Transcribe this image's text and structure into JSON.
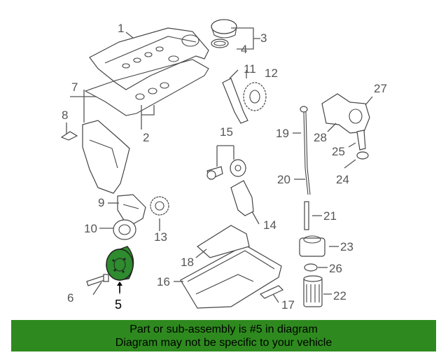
{
  "callouts": [
    "1",
    "2",
    "3",
    "4",
    "5",
    "6",
    "7",
    "8",
    "9",
    "10",
    "11",
    "12",
    "13",
    "14",
    "15",
    "16",
    "17",
    "18",
    "19",
    "20",
    "21",
    "22",
    "23",
    "24",
    "25",
    "26",
    "27",
    "28"
  ],
  "highlighted_part": "5",
  "highlight_color": "#2e8a1e",
  "banner": {
    "line1": "Part or sub-assembly is #5 in diagram",
    "line2": "Diagram may not be specific to your vehicle"
  }
}
